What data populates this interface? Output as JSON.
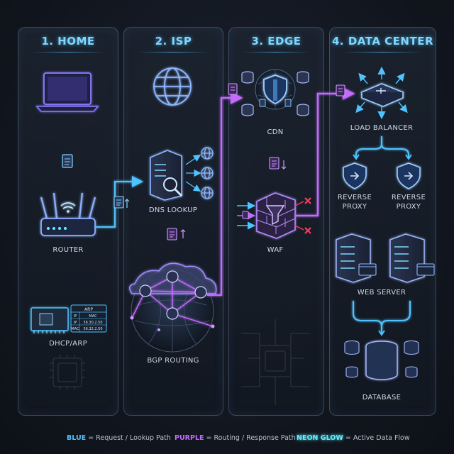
{
  "panels": [
    {
      "title": "1. HOME"
    },
    {
      "title": "2. ISP"
    },
    {
      "title": "3. EDGE"
    },
    {
      "title": "4. DATA CENTER"
    }
  ],
  "nodes": {
    "router": "ROUTER",
    "dhcp_arp": "DHCP/ARP",
    "dns_lookup": "DNS LOOKUP",
    "bgp_routing": "BGP ROUTING",
    "cdn": "CDN",
    "waf": "WAF",
    "load_balancer": "LOAD BALANCER",
    "reverse_proxy_1": "REVERSE PROXY",
    "reverse_proxy_2": "REVERSE PROXY",
    "web_server": "WEB SERVER",
    "database": "DATABASE"
  },
  "arp_table": {
    "header": "ARP",
    "col_ip": "IP",
    "col_mac": "MAC",
    "row_ip": "IP",
    "row_mac": "56.30.2.50",
    "row2_ip": "MAC",
    "row2_mac": "56.32.2.50"
  },
  "legend": {
    "blue_key": "BLUE",
    "blue_text": " = Request / Lookup Path",
    "purple_key": "PURPLE",
    "purple_text": " = Routing / Response Path",
    "glow_key": "NEON GLOW",
    "glow_text": " = Active Data Flow"
  },
  "colors": {
    "blue": "#4fc3ff",
    "purple": "#c46bff",
    "glow": "#5ff0ff",
    "red_x": "#ff3b5c"
  }
}
